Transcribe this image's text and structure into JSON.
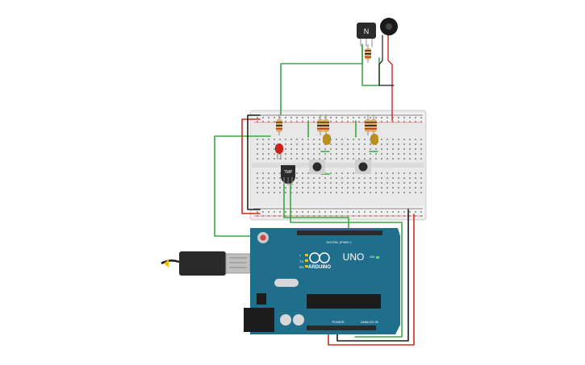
{
  "colors": {
    "wire_green": "#3aa840",
    "wire_red": "#d12a22",
    "wire_black": "#1b1b1b",
    "board_blue": "#1f6e8c",
    "breadboard": "#e9e9e9",
    "led_red": "#c8231c",
    "led_yellow": "#b89020",
    "button_cap": "#2a2a2a"
  },
  "components": {
    "transistor_label": "N",
    "sensor_label": "TMP",
    "arduino_brand": "ARDUINO",
    "arduino_model": "UNO",
    "header_digital": "DIGITAL (PWM~)",
    "header_power": "POWER",
    "header_analog": "ANALOG IN",
    "led_tx": "TX",
    "led_rx": "RX",
    "led_l": "L",
    "led_on": "ON"
  },
  "icons": {
    "usb": "usb-cable-icon",
    "motor": "vibration-motor-icon"
  }
}
